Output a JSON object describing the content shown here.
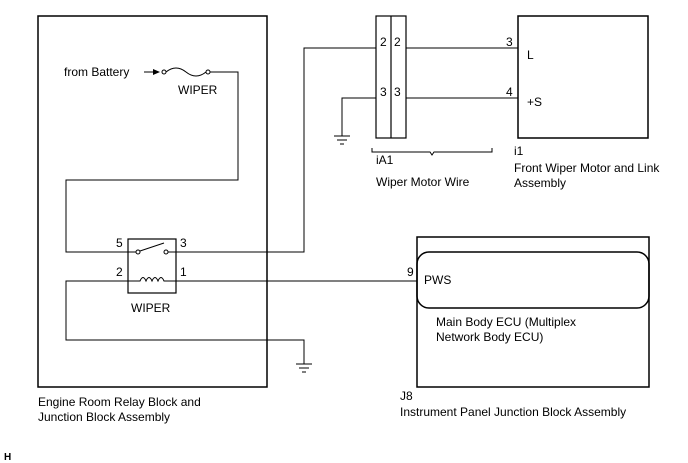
{
  "relay_block": {
    "name_line1": "Engine Room Relay Block and",
    "name_line2": "Junction Block Assembly",
    "source_label": "from Battery",
    "fuse_label": "WIPER",
    "relay_label": "WIPER",
    "relay_pins": [
      "5",
      "3",
      "2",
      "1"
    ]
  },
  "connector_ia1": {
    "code": "iA1",
    "name": "Wiper Motor Wire",
    "pins_left": [
      "2",
      "3"
    ],
    "pins_right": [
      "2",
      "3"
    ]
  },
  "wiper_motor": {
    "code": "i1",
    "name_line1": "Front Wiper Motor and Link",
    "name_line2": "Assembly",
    "pins": [
      "3",
      "4"
    ],
    "terminals": [
      "L",
      "+S"
    ]
  },
  "junction_block": {
    "code": "J8",
    "name": "Instrument Panel Junction Block Assembly",
    "pin": "9",
    "terminal": "PWS",
    "ecu_line1": "Main Body ECU (Multiplex",
    "ecu_line2": "Network Body ECU)"
  },
  "corner_mark": "H"
}
